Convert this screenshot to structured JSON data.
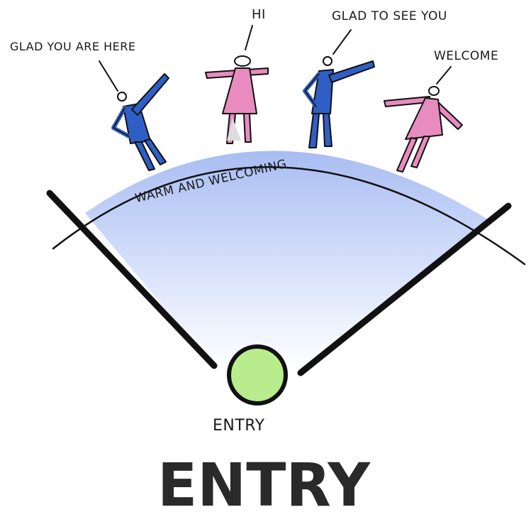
{
  "diagram": {
    "speech": {
      "left": "GLAD YOU ARE HERE",
      "hi": "HI",
      "glad_to_see": "GLAD TO SEE YOU",
      "welcome": "WELCOME"
    },
    "arc_label": "WARM AND WELCOMING",
    "entry_label": "ENTRY",
    "title": "ENTRY",
    "colors": {
      "male_figure": "#2f5fc4",
      "female_figure": "#e88cc0",
      "fan_top": "#a9bdf2",
      "fan_bottom": "#ffffff",
      "entry_circle": "#b8ec8c",
      "ink": "#111111"
    }
  }
}
